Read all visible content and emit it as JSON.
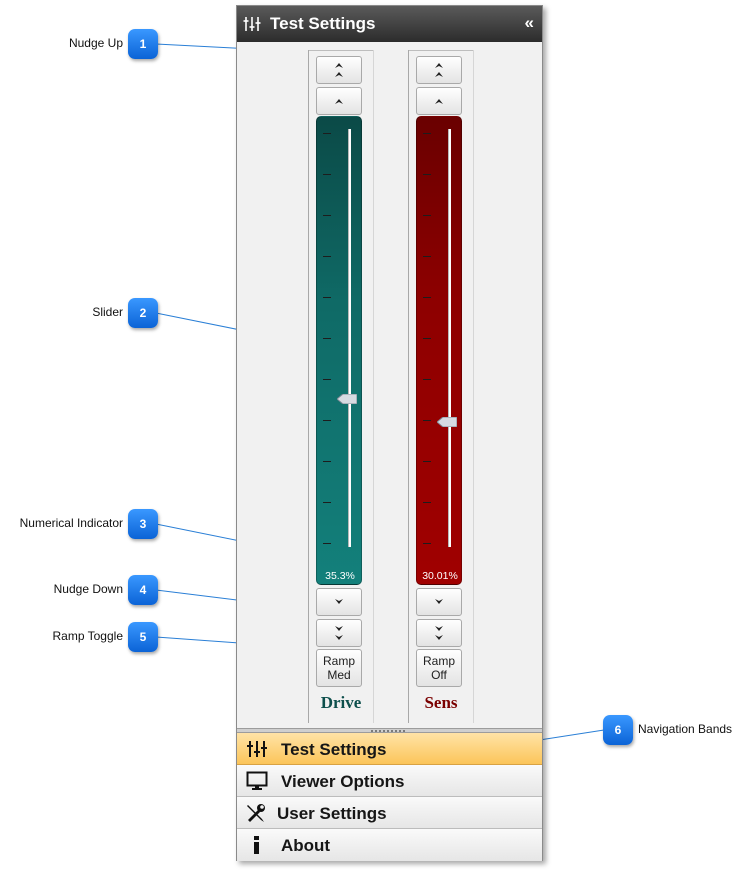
{
  "panel": {
    "title": "Test Settings",
    "title_icon": "sliders-icon",
    "collapse_glyph": "«"
  },
  "drive": {
    "label": "Drive",
    "value_text": "35.3%",
    "level_fraction": 0.353,
    "ramp_line1": "Ramp",
    "ramp_line2": "Med",
    "color": "#0f6a66",
    "label_color": "#0d4f4c"
  },
  "sens": {
    "label": "Sens",
    "value_text": "30.01%",
    "level_fraction": 0.3001,
    "ramp_line1": "Ramp",
    "ramp_line2": "Off",
    "color": "#8e0000",
    "label_color": "#7a0000"
  },
  "nav_bands": [
    {
      "label": "Test Settings",
      "icon": "sliders-icon",
      "active": true
    },
    {
      "label": "Viewer Options",
      "icon": "monitor-icon",
      "active": false
    },
    {
      "label": "User Settings",
      "icon": "wrench-screwdriver-icon",
      "active": false
    },
    {
      "label": "About",
      "icon": "info-icon",
      "active": false
    }
  ],
  "callouts": [
    {
      "number": "1",
      "label": "Nudge Up"
    },
    {
      "number": "2",
      "label": "Slider"
    },
    {
      "number": "3",
      "label": "Numerical Indicator"
    },
    {
      "number": "4",
      "label": "Nudge Down"
    },
    {
      "number": "5",
      "label": "Ramp Toggle"
    },
    {
      "number": "6",
      "label": "Navigation Bands"
    }
  ],
  "colors": {
    "active_band": "#fbc55a",
    "callout_blue": "#1a7df0",
    "leader_line": "#2a7fd6"
  }
}
